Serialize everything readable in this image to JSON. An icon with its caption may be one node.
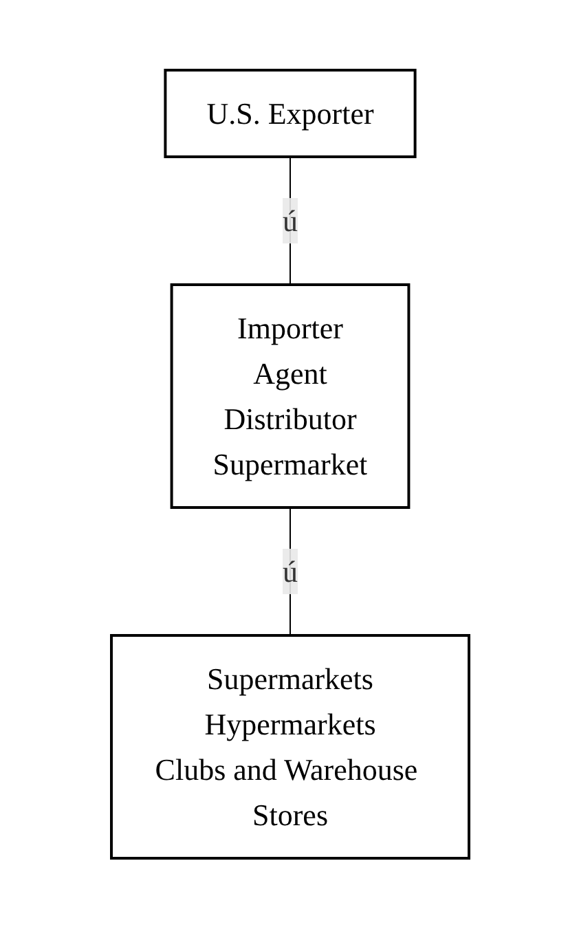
{
  "diagram": {
    "nodes": [
      {
        "text": [
          "U.S. Exporter"
        ]
      },
      {
        "text": [
          "Importer",
          "Agent",
          "Distributor",
          "Supermarket"
        ]
      },
      {
        "text": [
          "Supermarkets",
          "Hypermarkets",
          "Clubs and Warehouse Stores"
        ]
      }
    ],
    "edges": [
      {
        "from": 0,
        "to": 1,
        "arrow": "none",
        "label": "ú"
      },
      {
        "from": 1,
        "to": 2,
        "arrow": "none",
        "label": "ú"
      }
    ]
  }
}
